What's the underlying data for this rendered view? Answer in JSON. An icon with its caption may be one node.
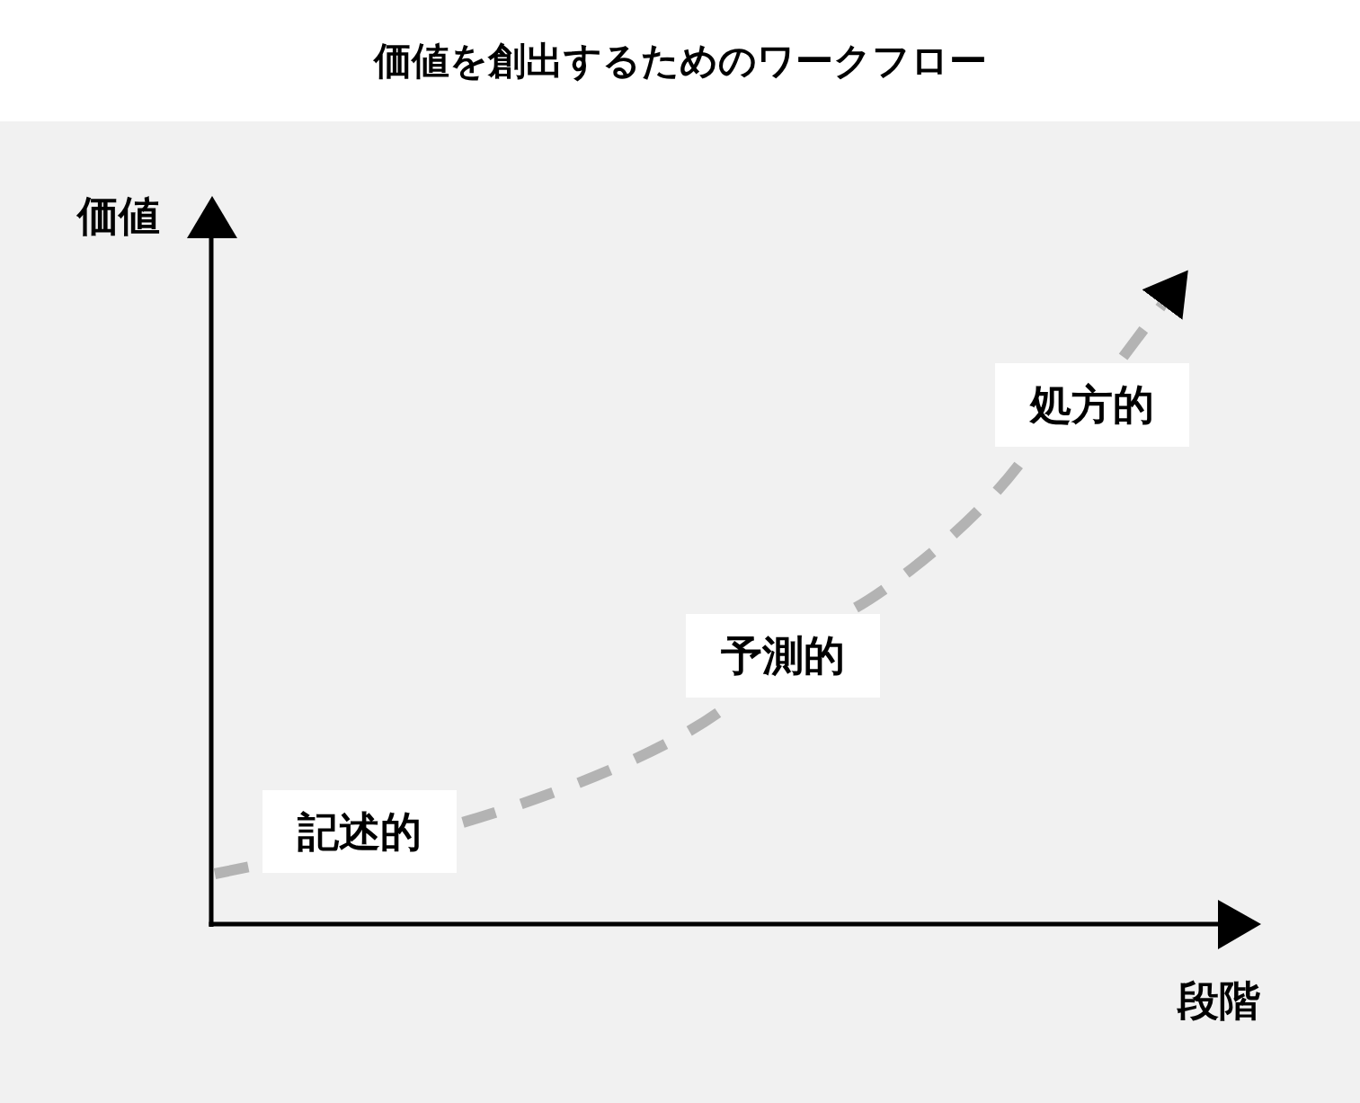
{
  "diagram": {
    "title": "価値を創出するためのワークフロー",
    "nodes": [
      {
        "text": [
          "記述的"
        ]
      },
      {
        "text": [
          "予測的"
        ]
      },
      {
        "text": [
          "処方的"
        ]
      }
    ],
    "edges": [
      {
        "from": null,
        "to": 0,
        "arrow": "none",
        "style": "dashed"
      },
      {
        "from": 0,
        "to": 1,
        "arrow": "none",
        "style": "dashed"
      },
      {
        "from": 1,
        "to": 2,
        "arrow": "none",
        "style": "dashed"
      },
      {
        "from": 2,
        "to": null,
        "arrow": "to",
        "style": "dashed"
      }
    ],
    "labels": [
      "価値",
      "段階"
    ]
  }
}
